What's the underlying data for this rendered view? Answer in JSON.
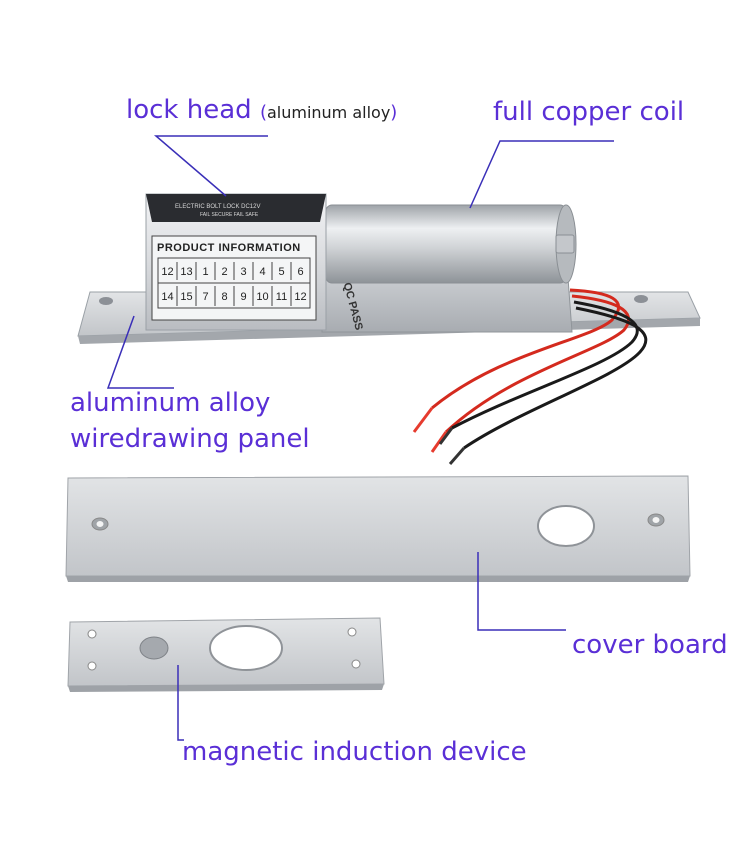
{
  "labels": {
    "lock_head": "lock head",
    "lock_head_note": "aluminum alloy",
    "copper_coil": "full copper coil",
    "panel_line1": "aluminum alloy",
    "panel_line2": "wiredrawing panel",
    "cover_board": "cover board",
    "magnetic": "magnetic induction device"
  },
  "product_info": {
    "title": "PRODUCT  INFORMATION",
    "row1": [
      "12",
      "13",
      "1",
      "2",
      "3",
      "4",
      "5",
      "6"
    ],
    "row2": [
      "14",
      "15",
      "7",
      "8",
      "9",
      "10",
      "11",
      "12"
    ]
  },
  "qc_stamp": "QC PASS",
  "colors": {
    "label": "#5a2fd6",
    "leader_line": "#3a2fb8",
    "wire_red": "#d42a1e",
    "wire_black": "#1a1a1a"
  }
}
